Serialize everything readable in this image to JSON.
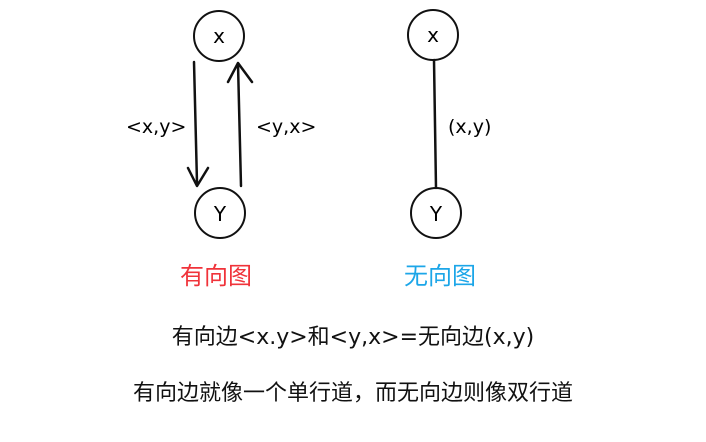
{
  "directed_graph": {
    "node_top": "x",
    "node_bottom": "Y",
    "edge_down_label": "<x,y>",
    "edge_up_label": "<y,x>",
    "caption": "有向图",
    "caption_color": "#f0333a"
  },
  "undirected_graph": {
    "node_top": "x",
    "node_bottom": "Y",
    "edge_label": "(x,y)",
    "caption": "无向图",
    "caption_color": "#1ca6e8"
  },
  "notes": {
    "line_1": "有向边<x.y>和<y,x>=无向边(x,y)",
    "line_2": "有向边就像一个单行道，而无向边则像双行道"
  },
  "colors": {
    "stroke": "#111111",
    "text": "#111111",
    "background": "#ffffff"
  }
}
